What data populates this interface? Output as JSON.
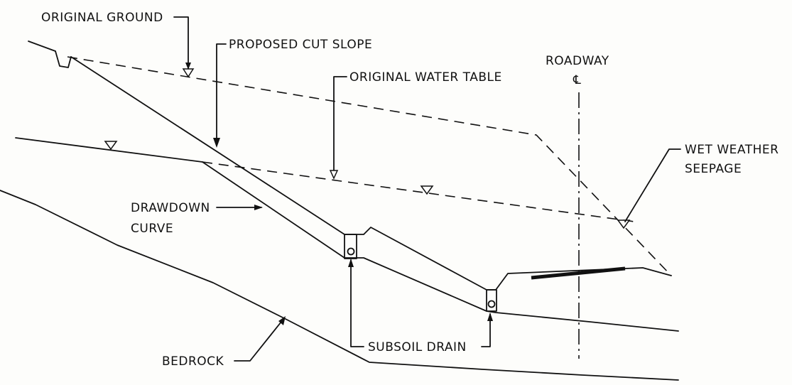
{
  "labels": {
    "original_ground": "ORIGINAL GROUND",
    "proposed_cut_slope": "PROPOSED CUT SLOPE",
    "roadway": "ROADWAY",
    "centerline_symbol": "℄",
    "original_water_table": "ORIGINAL WATER TABLE",
    "wet_weather_line1": "WET WEATHER",
    "wet_weather_line2": "SEEPAGE",
    "drawdown_line1": "DRAWDOWN",
    "drawdown_line2": "CURVE",
    "subsoil_drain": "SUBSOIL DRAIN",
    "bedrock": "BEDROCK"
  },
  "colors": {
    "ink": "#111111",
    "paper": "#fdfdfb"
  }
}
